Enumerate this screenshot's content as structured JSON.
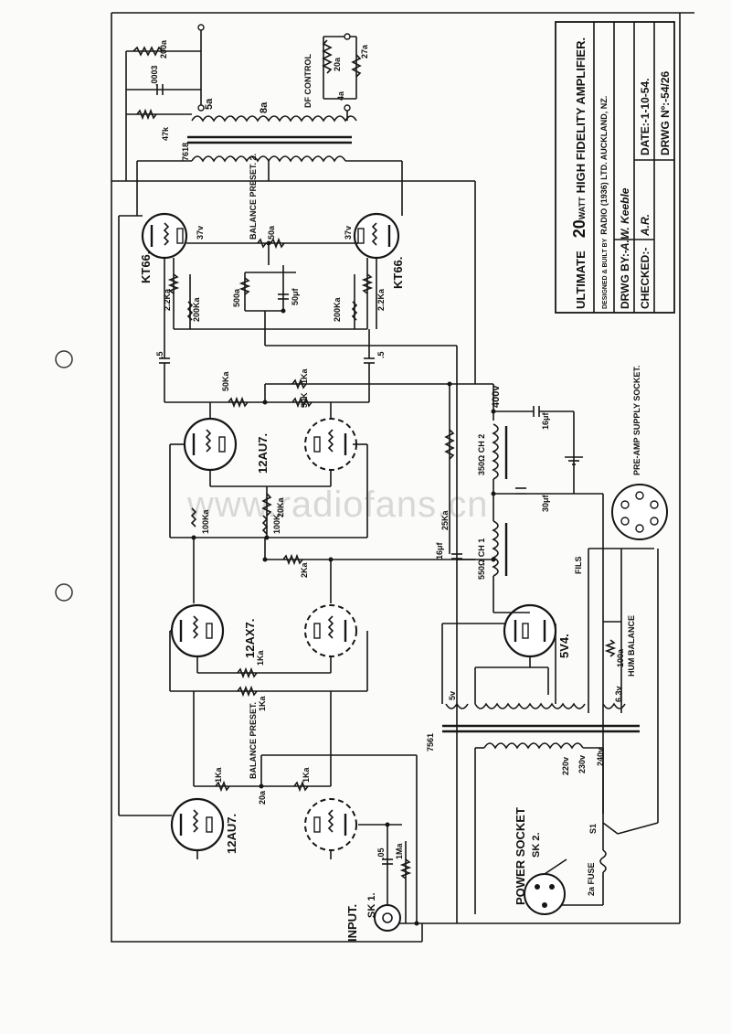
{
  "title_block": {
    "title_prefix": "ULTIMATE",
    "title_main": "20",
    "title_watt": "WATT",
    "title_rest": "HIGH FIDELITY AMPLIFIER.",
    "designer_prefix": "DESIGNED & BUILT BY",
    "designer": "RADIO (1936) LTD. AUCKLAND, NZ.",
    "drawn_label": "DRWG BY:-",
    "drawn_by": "A.W. Keeble",
    "date": "DATE:-1-10-54.",
    "checked_label": "CHECKED:-",
    "checked_by": "A.R.",
    "drawing_no": "DRWG Nº:-54/26"
  },
  "watermark": "www.radiofans.cn",
  "tubes": {
    "output_left": "KT66.",
    "output_right": "KT66.",
    "driver": "12AU7.",
    "phase": "12AX7.",
    "input": "12AU7.",
    "rectifier": "5V4."
  },
  "labels": {
    "r200a": "200a",
    "c0003": ".0003",
    "r5a": "5a",
    "r47k": "47k",
    "r8a": "8a",
    "df_control": "DF CONTROL",
    "r20a": "20a",
    "r27a": "27a",
    "r4a": "4a",
    "t7618": "7618",
    "balance_out": "BALANCE PRESET. 2.",
    "r50a": "50a",
    "v37_l": "37v",
    "v37_r": "37v",
    "r2k2_l": "2.2Ka",
    "r2k2_r": "2.2Ka",
    "r200k_l": "200Ka",
    "r200k_r": "200Ka",
    "r500a": "500a",
    "c50uf": "50μf",
    "c5_l": ".5",
    "c5_r": ".5",
    "r50k_l": "50Ka",
    "r50k_r": "50K",
    "r1k_top": "1Ka",
    "r20k": "20Ka",
    "r100k_l": "100Ka",
    "r100k_r": "100K",
    "r2k": "2Ka",
    "r25k": "25Ka",
    "v400": "400v",
    "ch2": "350Ω CH 2",
    "c16_top": "16μf",
    "c30": "30μf",
    "ch1": "550Ω CH 1",
    "c16_mid": "16μf",
    "preamp": "PRE-AMP SUPPLY SOCKET.",
    "fils": "FILS",
    "r1k_mid": "1Ka",
    "r1k_mid2": "1Ka",
    "r100a": "100a",
    "hum_balance": "HUM BALANCE",
    "v5": "5v",
    "v63": "6.3v",
    "t7561": "7561",
    "balance_in": "BALANCE PRESET.",
    "r1k_in_l": "1Ka",
    "r1k_in_r": "1Ka",
    "r20a_in": "20a",
    "c05": ".05",
    "r1m": "1Ma",
    "v220": "220v",
    "v230": "230v",
    "v240": "240v",
    "input": "INPUT.",
    "sk1": "SK 1.",
    "power_socket": "POWER SOCKET",
    "sk2": "SK 2.",
    "s1": "S1",
    "fuse": "2a FUSE"
  }
}
